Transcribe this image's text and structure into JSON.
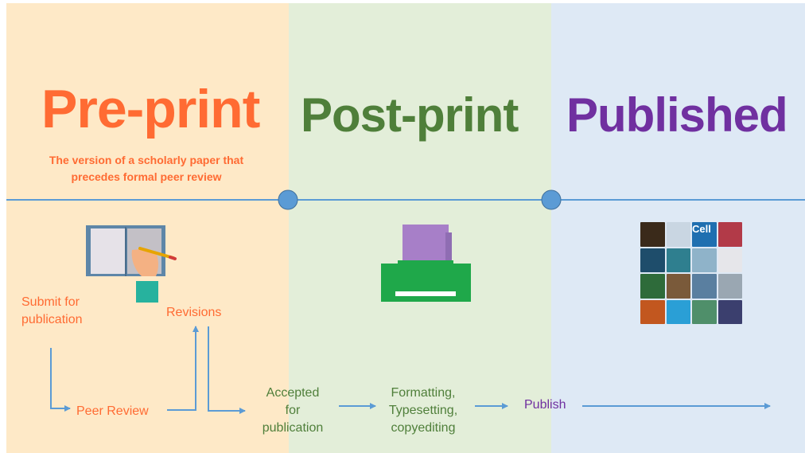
{
  "stages": {
    "preprint": {
      "title": "Pre-print",
      "description_line1": "The version of a scholarly paper that",
      "description_line2": "precedes formal peer review",
      "color": "#ff6b33",
      "band_color": "#fee9c7"
    },
    "postprint": {
      "title": "Post-print",
      "color": "#4f7f3a",
      "band_color": "#e3eed9"
    },
    "published": {
      "title": "Published",
      "color": "#7030a0",
      "band_color": "#dee9f5",
      "cover_label": "Cell"
    }
  },
  "flow": {
    "submit_line1": "Submit for",
    "submit_line2": "publication",
    "peer_review": "Peer Review",
    "revisions": "Revisions",
    "accepted_line1": "Accepted",
    "accepted_line2": "for",
    "accepted_line3": "publication",
    "formatting_line1": "Formatting,",
    "formatting_line2": "Typesetting,",
    "formatting_line3": "copyediting",
    "publish": "Publish"
  },
  "colors": {
    "timeline": "#5b9bd5",
    "arrow": "#5b9bd5",
    "printer": "#1fa84a",
    "paper": "#a77fc8"
  },
  "icons": {
    "preprint": "book-writing-hand-icon",
    "postprint": "printer-icon",
    "published": "journal-covers-icon"
  }
}
